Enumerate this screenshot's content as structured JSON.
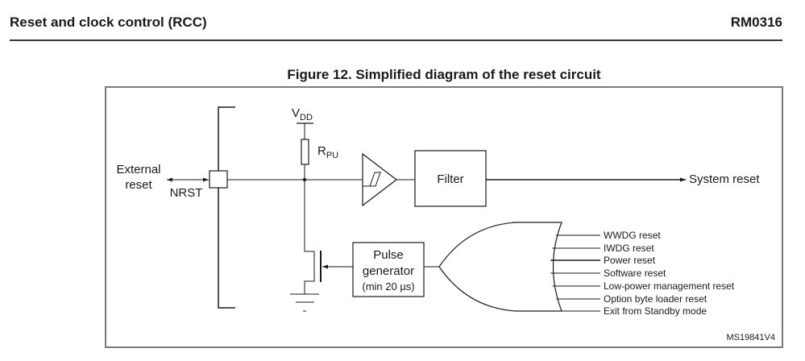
{
  "header": {
    "section_title": "Reset and clock control (RCC)",
    "doc_id": "RM0316"
  },
  "figure": {
    "title": "Figure 12. Simplified diagram of the reset circuit",
    "ref_code": "MS19841V4",
    "labels": {
      "external_reset_line1": "External",
      "external_reset_line2": "reset",
      "nrst": "NRST",
      "vdd_main": "V",
      "vdd_sub": "DD",
      "rpu_main": "R",
      "rpu_sub": "PU",
      "filter": "Filter",
      "system_reset": "System reset",
      "pulse_line1": "Pulse",
      "pulse_line2": "generator",
      "pulse_line3": "(min 20 µs)"
    },
    "reset_sources": [
      "WWDG reset",
      "IWDG reset",
      "Power reset",
      "Software reset",
      "Low-power management reset",
      "Option byte loader reset",
      "Exit from Standby mode"
    ]
  }
}
